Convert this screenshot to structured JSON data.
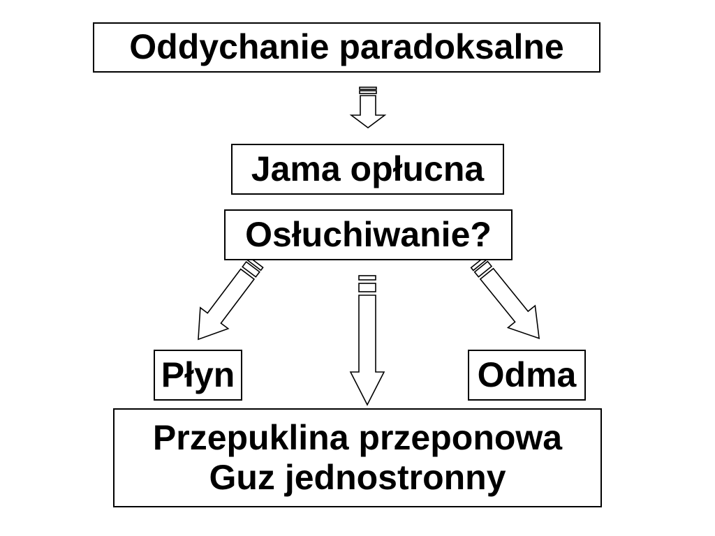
{
  "diagram": {
    "title": "Oddychanie paradoksalne",
    "step2": "Jama opłucna",
    "question": "Osłuchiwanie?",
    "outcomes": {
      "left": "Płyn",
      "right": "Odma",
      "center_lines": [
        "Przepuklina przeponowa",
        "Guz jednostronny"
      ]
    },
    "colors": {
      "stroke": "#000000",
      "background": "#ffffff"
    }
  }
}
